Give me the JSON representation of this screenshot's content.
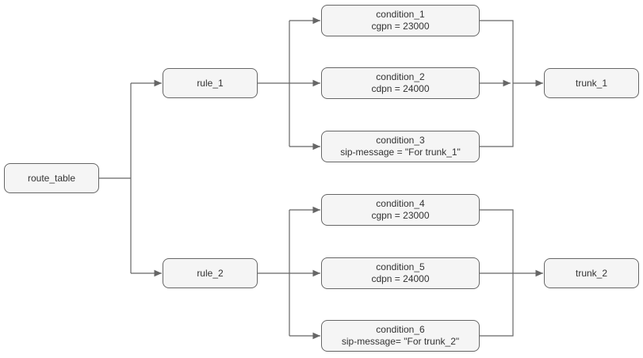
{
  "diagram": {
    "type": "flowchart",
    "description_visible": false
  },
  "nodes": {
    "route_table": {
      "label": "route_table"
    },
    "rule_1": {
      "label": "rule_1"
    },
    "rule_2": {
      "label": "rule_2"
    },
    "condition_1": {
      "title": "condition_1",
      "detail": "cgpn = 23000"
    },
    "condition_2": {
      "title": "condition_2",
      "detail": "cdpn = 24000"
    },
    "condition_3": {
      "title": "condition_3",
      "detail": "sip-message = \"For trunk_1\""
    },
    "condition_4": {
      "title": "condition_4",
      "detail": "cgpn = 23000"
    },
    "condition_5": {
      "title": "condition_5",
      "detail": "cdpn = 24000"
    },
    "condition_6": {
      "title": "condition_6",
      "detail": "sip-message= \"For trunk_2\""
    },
    "trunk_1": {
      "label": "trunk_1"
    },
    "trunk_2": {
      "label": "trunk_2"
    }
  },
  "edges": [
    {
      "from": "route_table",
      "to": "rule_1"
    },
    {
      "from": "route_table",
      "to": "rule_2"
    },
    {
      "from": "rule_1",
      "to": "condition_1"
    },
    {
      "from": "rule_1",
      "to": "condition_2"
    },
    {
      "from": "rule_1",
      "to": "condition_3"
    },
    {
      "from": "condition_1",
      "to": "trunk_1"
    },
    {
      "from": "condition_2",
      "to": "trunk_1"
    },
    {
      "from": "condition_3",
      "to": "trunk_1"
    },
    {
      "from": "rule_2",
      "to": "condition_4"
    },
    {
      "from": "rule_2",
      "to": "condition_5"
    },
    {
      "from": "rule_2",
      "to": "condition_6"
    },
    {
      "from": "condition_4",
      "to": "trunk_2"
    },
    {
      "from": "condition_5",
      "to": "trunk_2"
    },
    {
      "from": "condition_6",
      "to": "trunk_2"
    }
  ],
  "colors": {
    "node_fill": "#f5f5f5",
    "node_border": "#666666",
    "connector": "#666666",
    "text": "#333333",
    "background": "#ffffff"
  }
}
